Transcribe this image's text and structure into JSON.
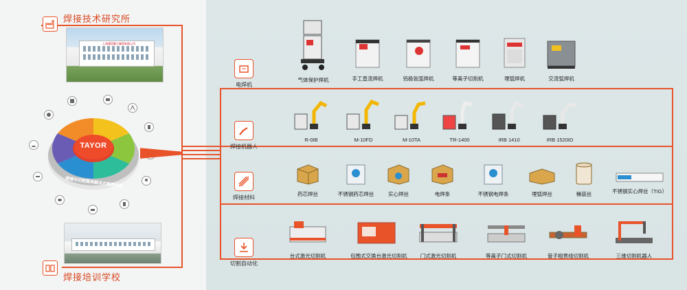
{
  "left": {
    "institute_title": "焊接技术研究所",
    "school_title": "焊接培训学校",
    "center_logo": "TAYOR",
    "ring_caption": "焊接与切割整体解决方案提供商",
    "building_sign": "上海通用重工集团有限公司"
  },
  "categories": [
    {
      "label": "电焊机"
    },
    {
      "label": "焊接机器人"
    },
    {
      "label": "焊接材料"
    },
    {
      "label": "切割自动化"
    }
  ],
  "row1": [
    {
      "label": "气体保护焊机"
    },
    {
      "label": "手工直流焊机"
    },
    {
      "label": "钨极氩弧焊机"
    },
    {
      "label": "等离子切割机"
    },
    {
      "label": "埋弧焊机"
    },
    {
      "label": "交流弧焊机"
    }
  ],
  "row2": [
    {
      "label": "R-0IB"
    },
    {
      "label": "M-10FD"
    },
    {
      "label": "M-10TA"
    },
    {
      "label": "TR-1400"
    },
    {
      "label": "IRB 1410"
    },
    {
      "label": "IRB 1520ID"
    }
  ],
  "row3": [
    {
      "label": "药芯焊丝"
    },
    {
      "label": "不锈钢药芯焊丝"
    },
    {
      "label": "实心焊丝"
    },
    {
      "label": "电焊条"
    },
    {
      "label": "不锈钢电焊条"
    },
    {
      "label": "埋弧焊丝"
    },
    {
      "label": "桶装丝"
    },
    {
      "label": "不锈钢实心焊丝（TIG）"
    }
  ],
  "row4": [
    {
      "label": "台式激光切割机"
    },
    {
      "label": "包围式交换台激光切割机"
    },
    {
      "label": "门式激光切割机"
    },
    {
      "label": "等离子门式切割机"
    },
    {
      "label": "管子相贯线切割机"
    },
    {
      "label": "三维切割机器人"
    }
  ],
  "colors": {
    "accent": "#e8532a",
    "ring_orange": "#f28c28",
    "ring_yellow": "#f4c21c",
    "ring_green": "#8cc63f",
    "ring_blue": "#2a8fd0",
    "ring_purple": "#6a5bb5",
    "ring_red": "#e2402a"
  }
}
